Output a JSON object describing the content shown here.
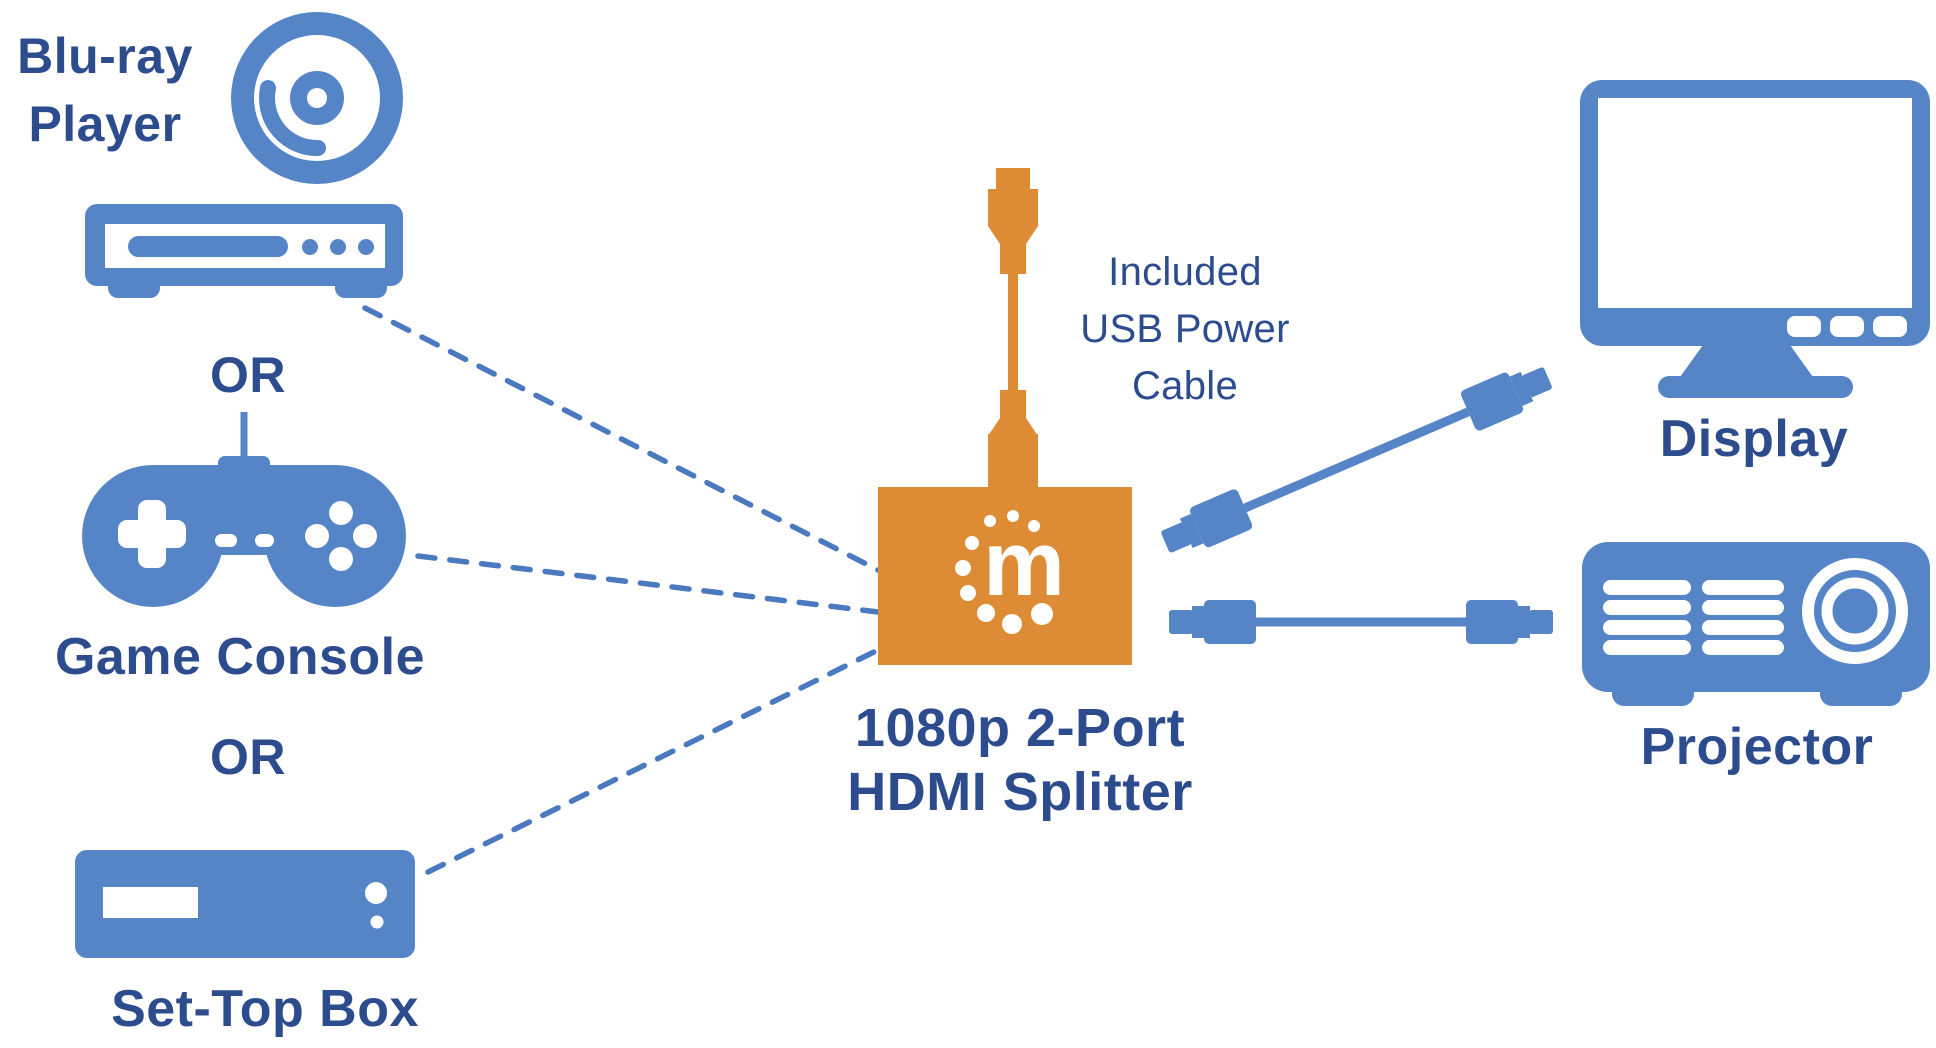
{
  "colors": {
    "icon_blue": "#5585C7",
    "text_navy": "#2D4C8E",
    "cable_orange": "#DD8B35",
    "dashed_line_blue": "#4A79BF",
    "background": "#FFFFFF"
  },
  "nodes": {
    "bluray": {
      "label_lines": [
        "Blu-ray",
        "Player"
      ]
    },
    "or1": {
      "label": "OR"
    },
    "game_console": {
      "label": "Game Console"
    },
    "or2": {
      "label": "OR"
    },
    "settop": {
      "label": "Set-Top Box"
    },
    "splitter": {
      "logo_letter": "m",
      "label_lines": [
        "1080p 2-Port",
        "HDMI Splitter"
      ]
    },
    "usb_cable": {
      "label_lines": [
        "Included",
        "USB Power",
        "Cable"
      ]
    },
    "display": {
      "label": "Display"
    },
    "projector": {
      "label": "Projector"
    }
  }
}
